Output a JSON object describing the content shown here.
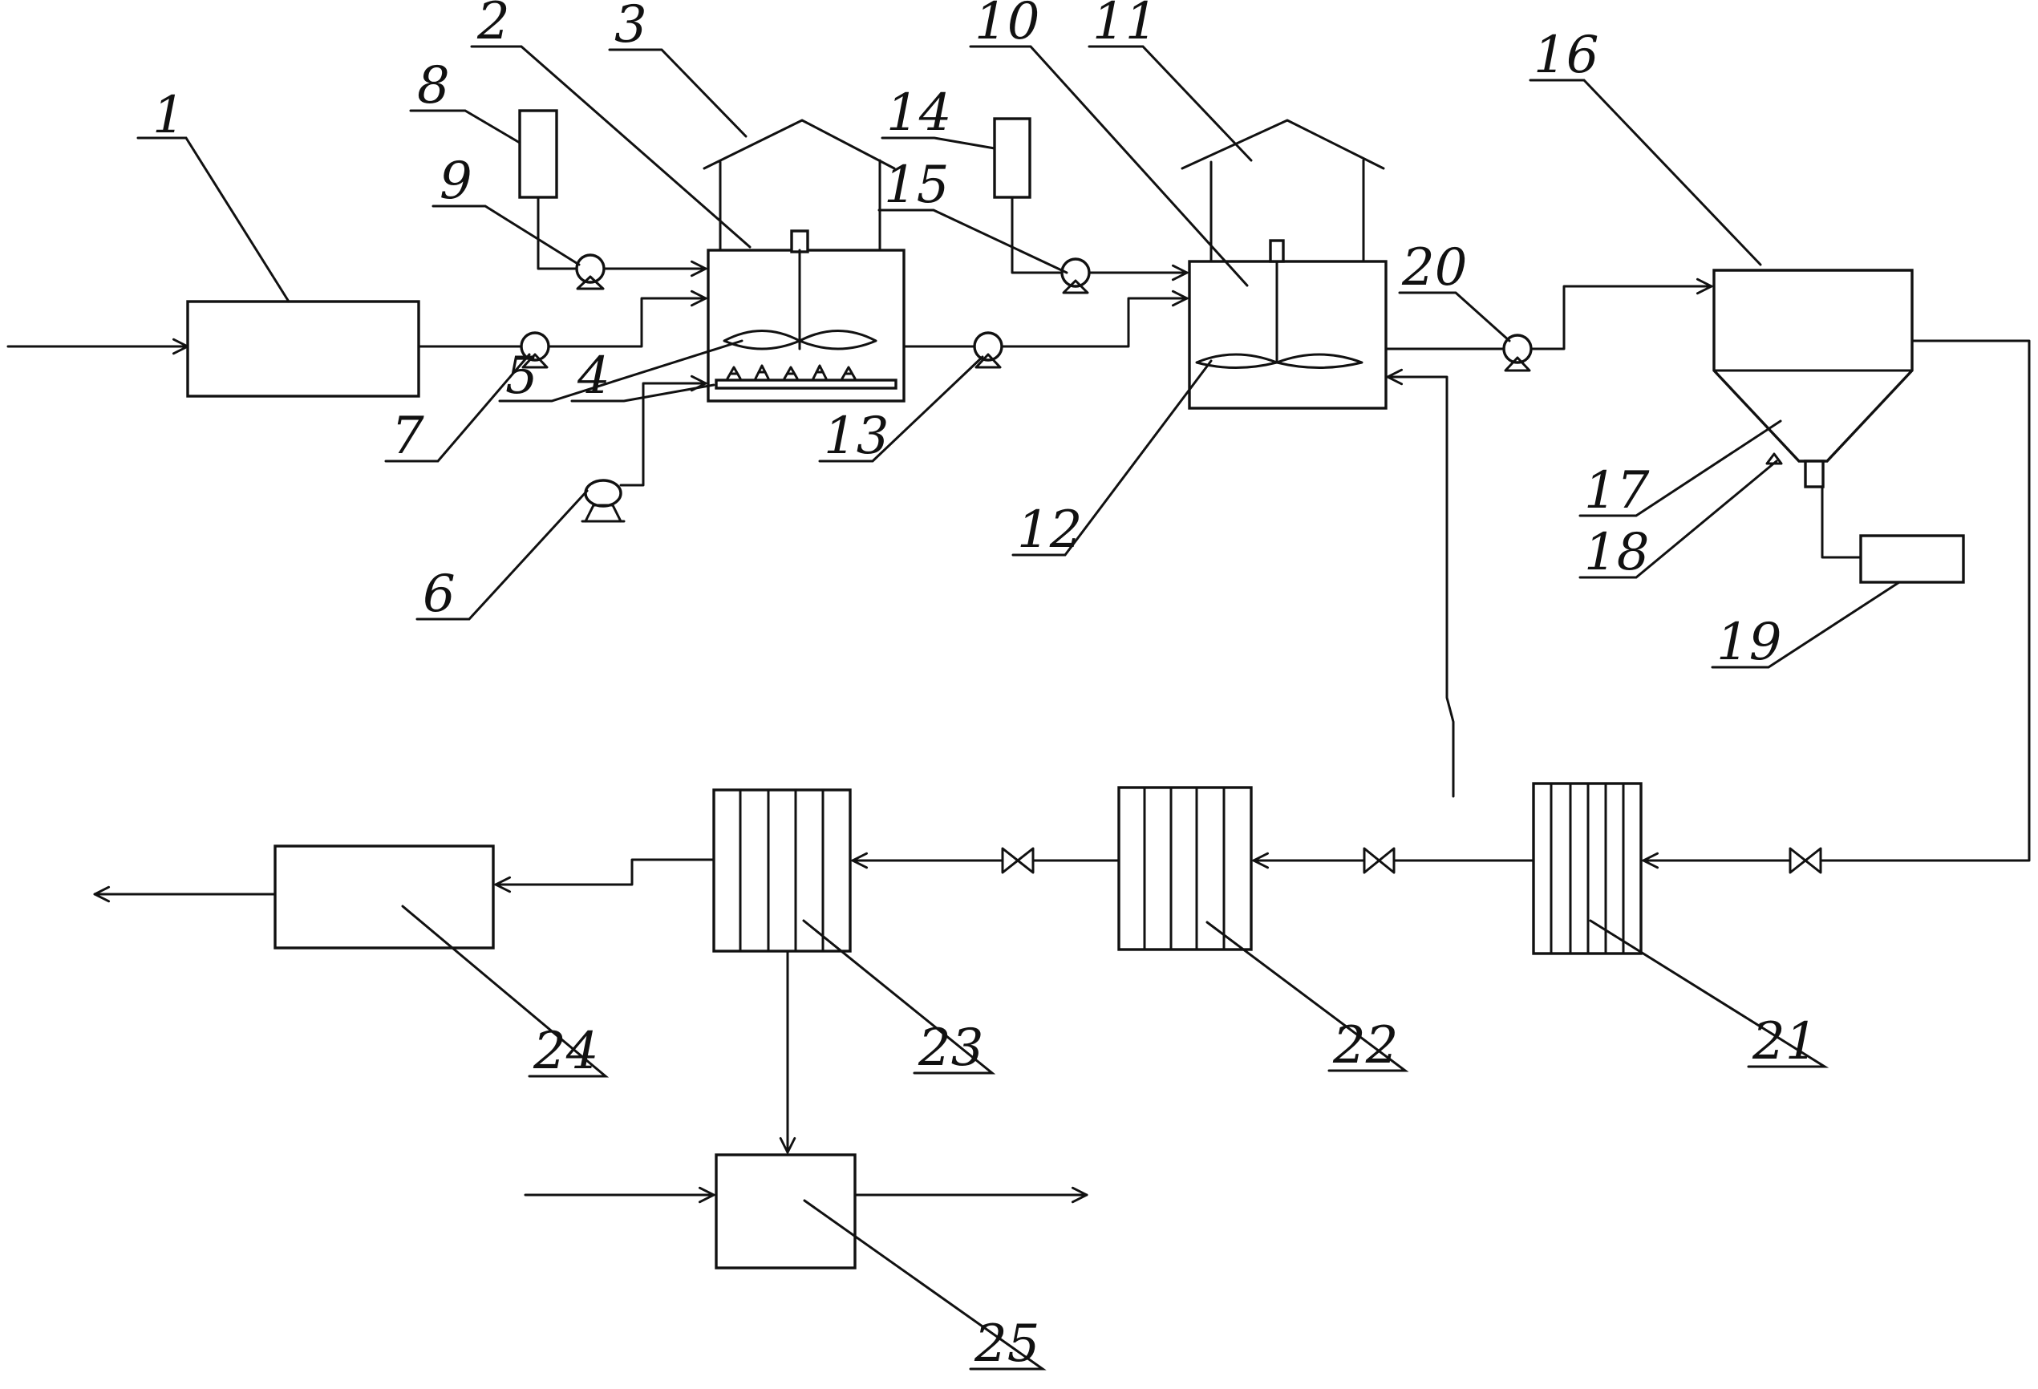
{
  "labels": {
    "n1": "1",
    "n2": "2",
    "n3": "3",
    "n4": "4",
    "n5": "5",
    "n6": "6",
    "n7": "7",
    "n8": "8",
    "n9": "9",
    "n10": "10",
    "n11": "11",
    "n12": "12",
    "n13": "13",
    "n14": "14",
    "n15": "15",
    "n16": "16",
    "n17": "17",
    "n18": "18",
    "n19": "19",
    "n20": "20",
    "n21": "21",
    "n22": "22",
    "n23": "23",
    "n24": "24",
    "n25": "25"
  }
}
